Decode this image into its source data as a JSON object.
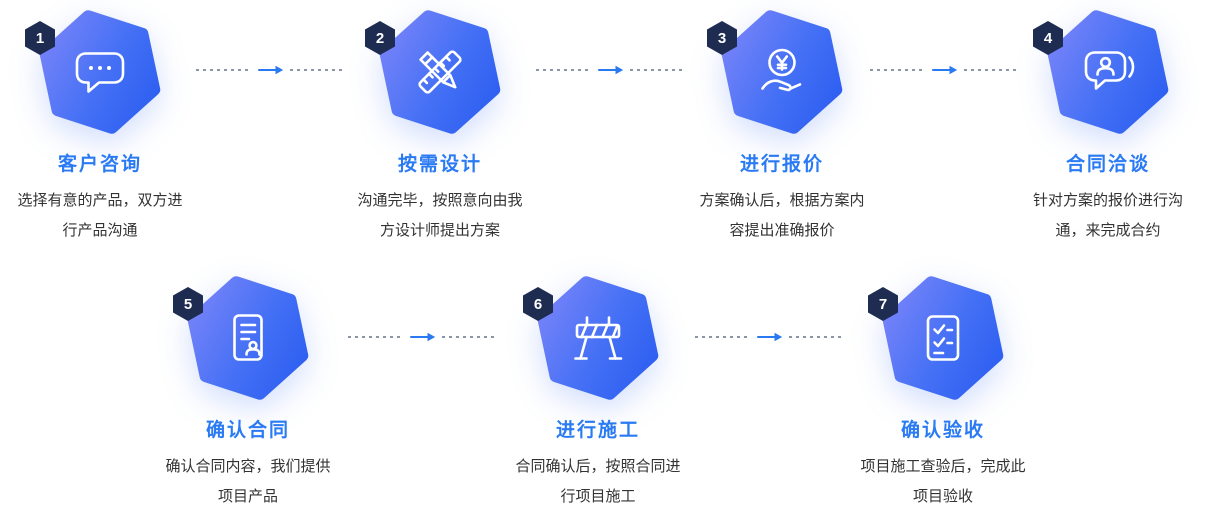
{
  "diagram": {
    "type": "process-flow",
    "rows": 2,
    "step_count": 7
  },
  "colors": {
    "background": "#FFFFFF",
    "hex_gradient_start": "#7C85F9",
    "hex_gradient_mid": "#4470F5",
    "hex_gradient_end": "#2A5CF0",
    "badge_bg": "#1D2C50",
    "title_blue": "#2A7BF4",
    "desc_text": "#333333",
    "dash_gray": "#8B95A5",
    "arrow_blue": "#2979F2",
    "icon_white": "#FFFFFF"
  },
  "steps": [
    {
      "number": "1",
      "title": "客户咨询",
      "desc": "选择有意的产品，双方进行产品沟通",
      "icon": "chat-bubble-icon"
    },
    {
      "number": "2",
      "title": "按需设计",
      "desc": "沟通完毕，按照意向由我方设计师提出方案",
      "icon": "pencil-ruler-icon"
    },
    {
      "number": "3",
      "title": "进行报价",
      "desc": "方案确认后，根据方案内容提出准确报价",
      "icon": "price-quote-icon"
    },
    {
      "number": "4",
      "title": "合同洽谈",
      "desc": "针对方案的报价进行沟通，来完成合约",
      "icon": "negotiation-bubble-icon"
    },
    {
      "number": "5",
      "title": "确认合同",
      "desc": "确认合同内容，我们提供项目产品",
      "icon": "contract-document-icon"
    },
    {
      "number": "6",
      "title": "进行施工",
      "desc": "合同确认后，按照合同进行项目施工",
      "icon": "construction-barrier-icon"
    },
    {
      "number": "7",
      "title": "确认验收",
      "desc": "项目施工查验后，完成此项目验收",
      "icon": "checklist-icon"
    }
  ],
  "connectors": {
    "count": 5,
    "style": "dashed-line-with-arrow"
  }
}
